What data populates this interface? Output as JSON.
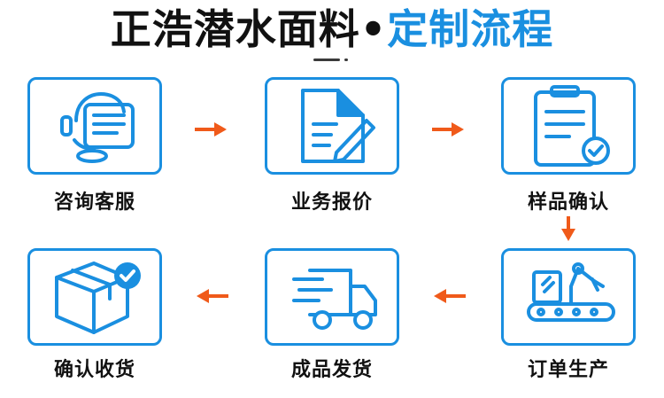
{
  "header": {
    "title_main": "正浩潜水面料",
    "title_sep": "•",
    "title_accent": "定制流程"
  },
  "steps": [
    {
      "label": "咨询客服",
      "icon": "customer-service-icon"
    },
    {
      "label": "业务报价",
      "icon": "quote-document-pen-icon"
    },
    {
      "label": "样品确认",
      "icon": "clipboard-check-icon"
    },
    {
      "label": "订单生产",
      "icon": "robot-arm-factory-icon"
    },
    {
      "label": "成品发货",
      "icon": "delivery-truck-icon"
    },
    {
      "label": "确认收货",
      "icon": "package-check-icon"
    }
  ],
  "colors": {
    "accent": "#1a8fe0",
    "arrow": "#f05a1a",
    "text": "#111111"
  }
}
